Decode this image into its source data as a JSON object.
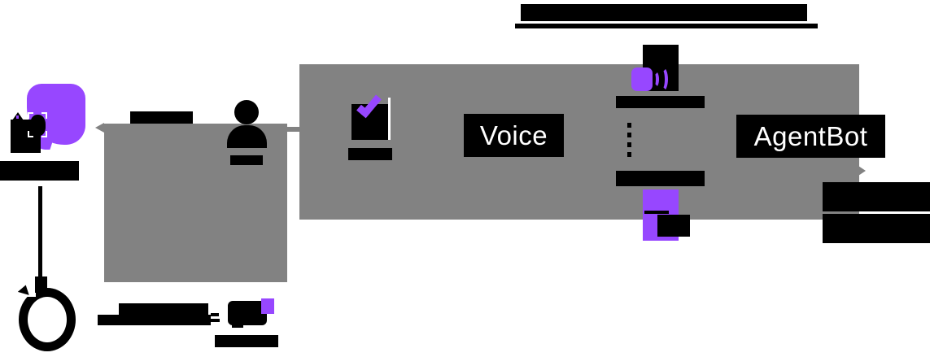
{
  "diagram": {
    "title": {
      "redacted": true
    },
    "labels": {
      "voice": "Voice",
      "agentbot": "AgentBot"
    },
    "redacted_bars": [
      "title",
      "customer-label",
      "agent-box-top-label",
      "agent-person-label",
      "checkbox-step-label",
      "speaker-step-label",
      "pipeline-step-label",
      "output-line-1",
      "output-line-2",
      "bottom-note-line-1",
      "bottom-note-line-2",
      "chat-device-label"
    ],
    "icons": {
      "speech_bubble": "speech-bubble-icon",
      "warning_triangle": "warning-triangle-icon",
      "face_scan": "face-scan-icon",
      "refresh_loop": "refresh-loop-icon",
      "person": "person-icon",
      "arrow_left": "arrow-left-icon",
      "checkbox_check": "checkbox-check-icon",
      "speaker_volume": "speaker-volume-icon",
      "phone": "phone-icon",
      "arrow_right": "arrow-right-icon",
      "chat_device": "chat-device-icon"
    }
  },
  "colors": {
    "accent_purple": "#9747FF",
    "band_gray": "#828282",
    "redaction_black": "#000000",
    "label_text": "#FFFFFF",
    "background": "#FFFFFF"
  }
}
